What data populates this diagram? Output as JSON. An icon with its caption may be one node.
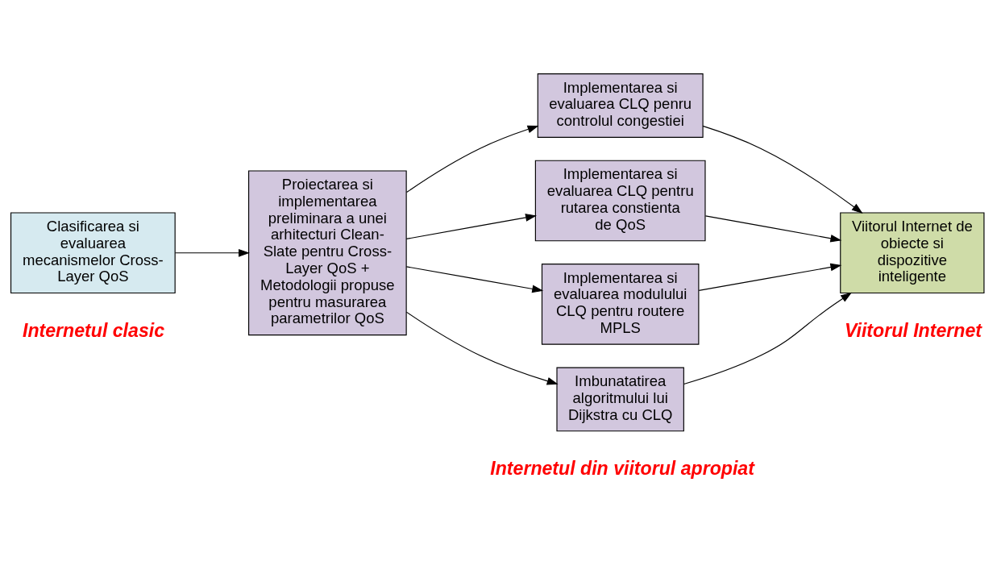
{
  "diagram": {
    "nodes": [
      {
        "text": [
          "Clasificarea si evaluarea mecanismelor Cross-Layer QoS"
        ]
      },
      {
        "text": [
          "Proiectarea si implementarea preliminara a unei arhitecturi Clean-Slate pentru Cross-Layer QoS + Metodologii propuse pentru masurarea parametrilor QoS"
        ]
      },
      {
        "text": [
          "Implementarea si evaluarea CLQ penru controlul congestiei"
        ]
      },
      {
        "text": [
          "Implementarea si evaluarea CLQ pentru rutarea constienta de QoS"
        ]
      },
      {
        "text": [
          "Implementarea si evaluarea modulului CLQ pentru routere MPLS"
        ]
      },
      {
        "text": [
          "Imbunatatirea algoritmului lui Dijkstra cu CLQ"
        ]
      },
      {
        "text": [
          "Viitorul Internet de obiecte si dispozitive inteligente"
        ]
      }
    ],
    "edges": [
      {
        "from": 0,
        "to": 1,
        "arrow": "to"
      },
      {
        "from": 1,
        "to": 2,
        "arrow": "to"
      },
      {
        "from": 1,
        "to": 3,
        "arrow": "to"
      },
      {
        "from": 1,
        "to": 4,
        "arrow": "to"
      },
      {
        "from": 1,
        "to": 5,
        "arrow": "to"
      },
      {
        "from": 2,
        "to": 6,
        "arrow": "to"
      },
      {
        "from": 3,
        "to": 6,
        "arrow": "to"
      },
      {
        "from": 4,
        "to": 6,
        "arrow": "to"
      },
      {
        "from": 5,
        "to": 6,
        "arrow": "to"
      }
    ],
    "labels": [
      "Internetul clasic",
      "Internetul din viitorul apropiat",
      "Viitorul Internet"
    ]
  }
}
